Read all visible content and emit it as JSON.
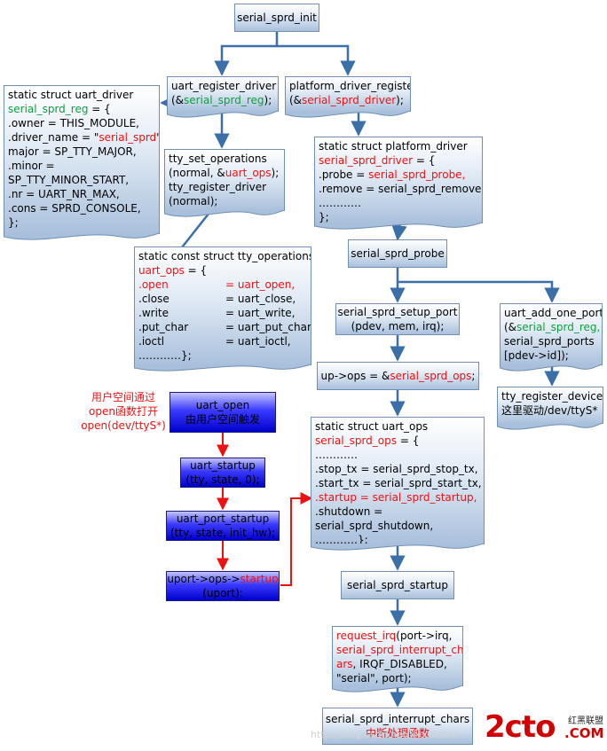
{
  "nodes": {
    "serial_sprd_init": {
      "lines": [
        "serial_sprd_init"
      ]
    },
    "uart_register_driver": {
      "lines": [
        [
          {
            "t": "uart_register_driver"
          }
        ],
        [
          {
            "t": "(&"
          },
          {
            "t": "serial_sprd_reg",
            "c": "green"
          },
          {
            "t": ");"
          }
        ]
      ]
    },
    "platform_driver_register": {
      "lines": [
        [
          {
            "t": "platform_driver_register"
          }
        ],
        [
          {
            "t": "(&"
          },
          {
            "t": "serial_sprd_driver",
            "c": "red"
          },
          {
            "t": ");"
          }
        ]
      ]
    },
    "uart_driver_struct": {
      "lines": [
        [
          {
            "t": "static struct uart_driver"
          }
        ],
        [
          {
            "t": "serial_sprd_reg",
            "c": "green"
          },
          {
            "t": " = {"
          }
        ],
        [
          {
            "t": ".owner = THIS_MODULE,"
          }
        ],
        [
          {
            "t": ".driver_name = \""
          },
          {
            "t": "serial_sprd",
            "c": "red"
          },
          {
            "t": "\","
          }
        ],
        [
          {
            "t": "major = SP_TTY_MAJOR,"
          }
        ],
        [
          {
            "t": ".minor ="
          }
        ],
        [
          {
            "t": "SP_TTY_MINOR_START,"
          }
        ],
        [
          {
            "t": ".nr = UART_NR_MAX,"
          }
        ],
        [
          {
            "t": ".cons = SPRD_CONSOLE,"
          }
        ],
        [
          {
            "t": "};"
          }
        ]
      ]
    },
    "tty_set_operations": {
      "lines": [
        [
          {
            "t": "tty_set_operations"
          }
        ],
        [
          {
            "t": "(normal, &"
          },
          {
            "t": "uart_ops",
            "c": "red"
          },
          {
            "t": ");"
          }
        ],
        [
          {
            "t": "tty_register_driver"
          }
        ],
        [
          {
            "t": "(normal);"
          }
        ]
      ]
    },
    "platform_driver_struct": {
      "lines": [
        [
          {
            "t": "static struct platform_driver"
          }
        ],
        [
          {
            "t": "serial_sprd_driver",
            "c": "red"
          },
          {
            "t": " = {"
          }
        ],
        [
          {
            "t": ".probe = "
          },
          {
            "t": "serial_sprd_probe,",
            "c": "red"
          }
        ],
        [
          {
            "t": ".remove = serial_sprd_remove,"
          }
        ],
        [
          {
            "t": "…………"
          }
        ],
        [
          {
            "t": "};"
          }
        ]
      ]
    },
    "tty_operations_struct": {
      "lines": [
        [
          {
            "t": "static const struct tty_operations"
          }
        ],
        [
          {
            "t": "uart_ops",
            "c": "red"
          },
          {
            "t": " = {"
          }
        ],
        [
          {
            "t": ".open",
            "c": "red"
          },
          {
            "t": "= uart_open,",
            "c": "red",
            "tab": true
          }
        ],
        [
          {
            "t": ".close"
          },
          {
            "t": "= uart_close,",
            "tab": true
          }
        ],
        [
          {
            "t": ".write"
          },
          {
            "t": "= uart_write,",
            "tab": true
          }
        ],
        [
          {
            "t": ".put_char"
          },
          {
            "t": "= uart_put_char,",
            "tab": true
          }
        ],
        [
          {
            "t": ".ioctl"
          },
          {
            "t": "= uart_ioctl,",
            "tab": true
          }
        ],
        [
          {
            "t": "…………};"
          }
        ]
      ]
    },
    "serial_sprd_probe": {
      "lines": [
        "serial_sprd_probe"
      ]
    },
    "serial_sprd_setup_port": {
      "lines": [
        "serial_sprd_setup_port",
        "(pdev, mem, irq);"
      ]
    },
    "uart_add_one_port": {
      "lines": [
        [
          {
            "t": "uart_add_one_port"
          }
        ],
        [
          {
            "t": "(&"
          },
          {
            "t": "serial_sprd_reg,",
            "c": "green"
          }
        ],
        [
          {
            "t": "serial_sprd_ports"
          }
        ],
        [
          {
            "t": "[pdev->id]);"
          }
        ]
      ]
    },
    "up_ops": {
      "lines": [
        [
          {
            "t": "up->ops = &"
          },
          {
            "t": "serial_sprd_ops",
            "c": "red"
          },
          {
            "t": ";"
          }
        ]
      ]
    },
    "tty_register_device": {
      "lines": [
        "tty_register_device",
        "这里驱动/dev/ttyS*"
      ]
    },
    "uart_ops_struct": {
      "lines": [
        [
          {
            "t": "static struct uart_ops"
          }
        ],
        [
          {
            "t": "serial_sprd_ops",
            "c": "red"
          },
          {
            "t": " = {"
          }
        ],
        [
          {
            "t": "…………"
          }
        ],
        [
          {
            "t": ".stop_tx = serial_sprd_stop_tx,"
          }
        ],
        [
          {
            "t": ".start_tx = serial_sprd_start_tx,"
          }
        ],
        [
          {
            "t": ".startup = serial_sprd_startup,",
            "c": "red"
          }
        ],
        [
          {
            "t": ".shutdown ="
          }
        ],
        [
          {
            "t": "serial_sprd_shutdown,"
          }
        ],
        [
          {
            "t": "…………};"
          }
        ]
      ]
    },
    "serial_sprd_startup": {
      "lines": [
        "serial_sprd_startup"
      ]
    },
    "request_irq": {
      "lines": [
        [
          {
            "t": "request_irq",
            "c": "red"
          },
          {
            "t": "(port->irq,"
          }
        ],
        [
          {
            "t": "serial_sprd_interrupt_ch",
            "c": "red"
          }
        ],
        [
          {
            "t": "ars",
            "c": "red"
          },
          {
            "t": ", IRQF_DISABLED,"
          }
        ],
        [
          {
            "t": "\"serial\", port);"
          }
        ]
      ]
    },
    "serial_sprd_interrupt_chars": {
      "lines": [
        [
          {
            "t": "serial_sprd_interrupt_chars"
          }
        ],
        [
          {
            "t": "中断处理函数",
            "c": "red"
          }
        ]
      ]
    },
    "uart_open": {
      "lines": [
        "uart_open",
        "由用户空间触发"
      ]
    },
    "uart_startup": {
      "lines": [
        "uart_startup",
        "(tty, state, 0);"
      ]
    },
    "uart_port_startup": {
      "lines": [
        "uart_port_startup",
        "(tty, state, init_hw);"
      ]
    },
    "uport_ops_startup": {
      "lines": [
        [
          {
            "t": "uport->ops->"
          },
          {
            "t": "startup",
            "c": "red"
          }
        ],
        [
          {
            "t": "(uport);"
          }
        ]
      ]
    }
  },
  "note": {
    "lines": [
      "用户空间通过",
      "open函数打开",
      "open(dev/ttyS*)"
    ]
  },
  "watermark": "http://blog.csdn.net/xyxxxxxx",
  "logo": {
    "main": "2cto",
    "sub1": "红黑联盟",
    "sub2": ".COM"
  },
  "colors": {
    "arrow": "#3a6fa8",
    "red_arrow": "#ee1111",
    "box_border": "#6f8fb3",
    "blue_box": "#0000cc",
    "green_text": "#0e9f3d",
    "red_text": "#ee1111"
  }
}
